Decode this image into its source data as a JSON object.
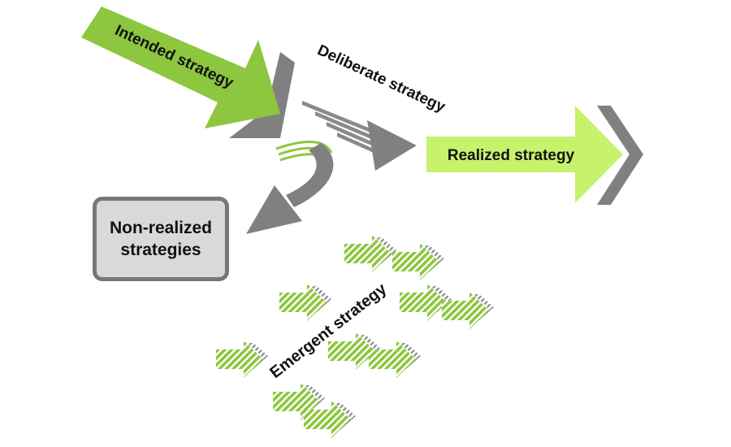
{
  "diagram": {
    "intended_label": "Intended strategy",
    "deliberate_label": "Deliberate strategy",
    "realized_label": "Realized strategy",
    "non_realized_label": "Non-realized\nstrategies",
    "emergent_label": "Emergent strategy"
  },
  "colors": {
    "green_dark": "#8dc63f",
    "green_light": "#c6f26c",
    "gray": "#808080",
    "box_fill": "#d9d9d9",
    "box_border": "#777777"
  },
  "icons": {
    "intended": "arrow-icon",
    "realized": "arrow-icon",
    "deliberate": "striped-arrow-icon",
    "non_realized": "curved-arrow-icon",
    "emergent": "striped-arrow-icon"
  }
}
